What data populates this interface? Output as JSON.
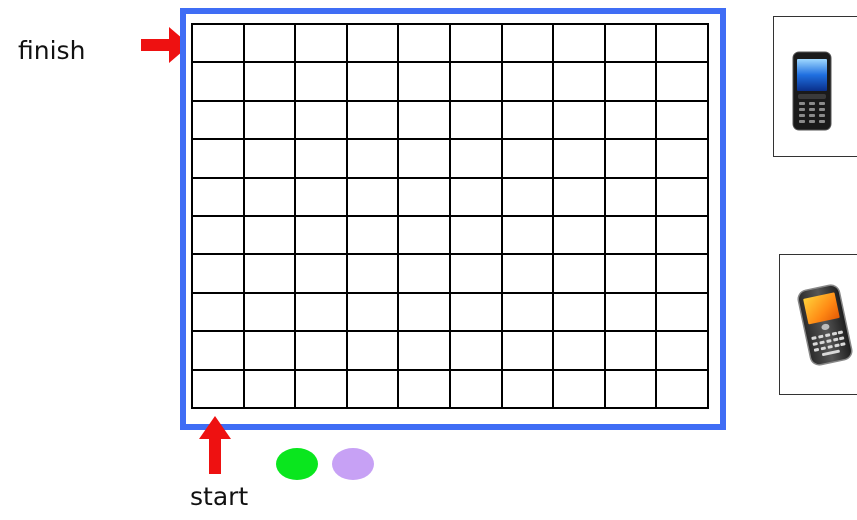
{
  "labels": {
    "finish": "finish",
    "start": "start"
  },
  "board": {
    "rows": 10,
    "columns": 10,
    "frame_color": "#3f6df5",
    "line_color": "#000000"
  },
  "arrows": {
    "color": "#ee1111"
  },
  "tokens": [
    {
      "name": "green-token",
      "color": "#0ae61e"
    },
    {
      "name": "purple-token",
      "color": "#c7a1f5"
    }
  ],
  "phones": [
    {
      "icon": "candybar-phone-icon"
    },
    {
      "icon": "smartphone-icon"
    }
  ]
}
